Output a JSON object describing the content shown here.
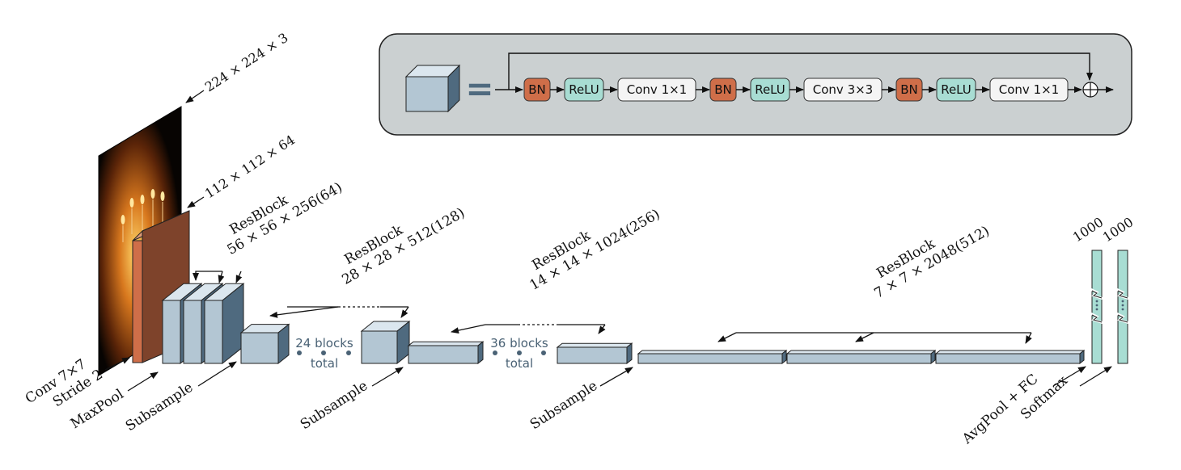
{
  "resblock_legend": {
    "equals": "=",
    "nodes": [
      {
        "label": "BN",
        "kind": "bn"
      },
      {
        "label": "ReLU",
        "kind": "relu"
      },
      {
        "label": "Conv 1×1",
        "kind": "conv"
      },
      {
        "label": "BN",
        "kind": "bn"
      },
      {
        "label": "ReLU",
        "kind": "relu"
      },
      {
        "label": "Conv 3×3",
        "kind": "conv"
      },
      {
        "label": "BN",
        "kind": "bn"
      },
      {
        "label": "ReLU",
        "kind": "relu"
      },
      {
        "label": "Conv 1×1",
        "kind": "conv"
      }
    ]
  },
  "dims": {
    "input": "224 × 224 × 3",
    "conv1": "112 × 112 × 64"
  },
  "stages": [
    {
      "title": "ResBlock",
      "dims": "56 × 56 × 256(64)"
    },
    {
      "title": "ResBlock",
      "dims": "28 × 28 × 512(128)"
    },
    {
      "title": "ResBlock",
      "dims": "14 × 14 × 1024(256)"
    },
    {
      "title": "ResBlock",
      "dims": "7 × 7 × 2048(512)"
    }
  ],
  "gaps": [
    {
      "count": "24 blocks",
      "total": "total"
    },
    {
      "count": "36 blocks",
      "total": "total"
    }
  ],
  "fc_dims": [
    "1000",
    "1000"
  ],
  "labels": {
    "conv_line1": "Conv 7×7",
    "conv_line2": "Stride 2",
    "maxpool": "MaxPool",
    "subsample": "Subsample",
    "avgpool": "AvgPool + FC",
    "softmax": "Softmax"
  },
  "colors": {
    "panel_bg": "#cbd0d1",
    "block_front": "#b3c6d3",
    "block_top": "#dbe6ee",
    "block_side": "#4f6a7f",
    "bn": "#cf6e49",
    "relu": "#a8ddd3",
    "conv": "#f4f4f4",
    "conv1_layer": "#7e432b",
    "fc": "#a8ddd3",
    "blocks_text": "#4a6275"
  }
}
